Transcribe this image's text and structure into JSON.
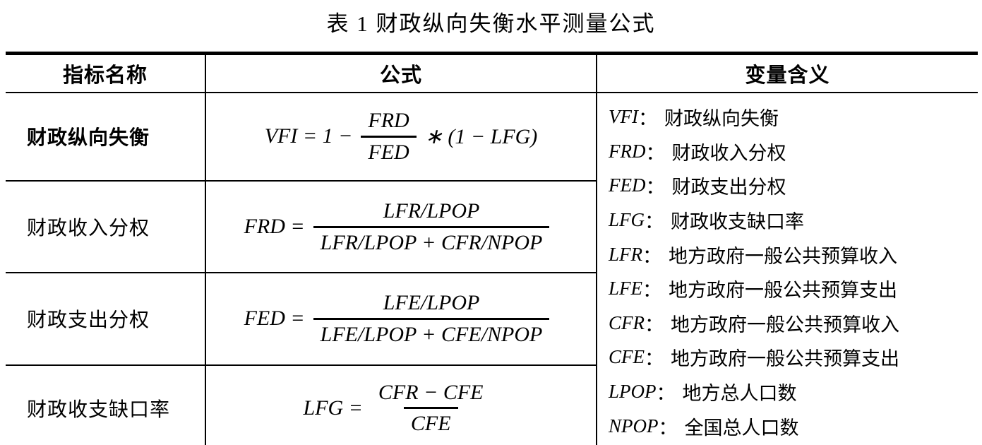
{
  "title": "表 1 财政纵向失衡水平测量公式",
  "table": {
    "colon": "：",
    "headers": {
      "indicator": "指标名称",
      "formula": "公式",
      "variables": "变量含义"
    },
    "rows": [
      {
        "indicator": "财政纵向失衡",
        "formula": {
          "lhs": "VFI = 1 −",
          "num": "FRD",
          "den": "FED",
          "rhs": "∗ (1 − LFG)"
        }
      },
      {
        "indicator": "财政收入分权",
        "formula": {
          "lhs": "FRD =",
          "num": "LFR/LPOP",
          "den": "LFR/LPOP + CFR/NPOP",
          "rhs": ""
        }
      },
      {
        "indicator": "财政支出分权",
        "formula": {
          "lhs": "FED =",
          "num": "LFE/LPOP",
          "den": "LFE/LPOP + CFE/NPOP",
          "rhs": ""
        }
      },
      {
        "indicator": "财政收支缺口率",
        "formula": {
          "lhs": "LFG =",
          "num": "CFR − CFE",
          "den": "CFE",
          "rhs": ""
        }
      }
    ],
    "variables": [
      {
        "sym": "VFI",
        "label": "财政纵向失衡"
      },
      {
        "sym": "FRD",
        "label": "财政收入分权"
      },
      {
        "sym": "FED",
        "label": "财政支出分权"
      },
      {
        "sym": "LFG",
        "label": "财政收支缺口率"
      },
      {
        "sym": "LFR",
        "label": "地方政府一般公共预算收入"
      },
      {
        "sym": "LFE",
        "label": "地方政府一般公共预算支出"
      },
      {
        "sym": "CFR",
        "label": "地方政府一般公共预算收入"
      },
      {
        "sym": "CFE",
        "label": "地方政府一般公共预算支出"
      },
      {
        "sym": "LPOP",
        "label": "地方总人口数"
      },
      {
        "sym": "NPOP",
        "label": "全国总人口数"
      }
    ]
  },
  "colors": {
    "border": "#000000",
    "text": "#000000",
    "background": "#ffffff"
  }
}
